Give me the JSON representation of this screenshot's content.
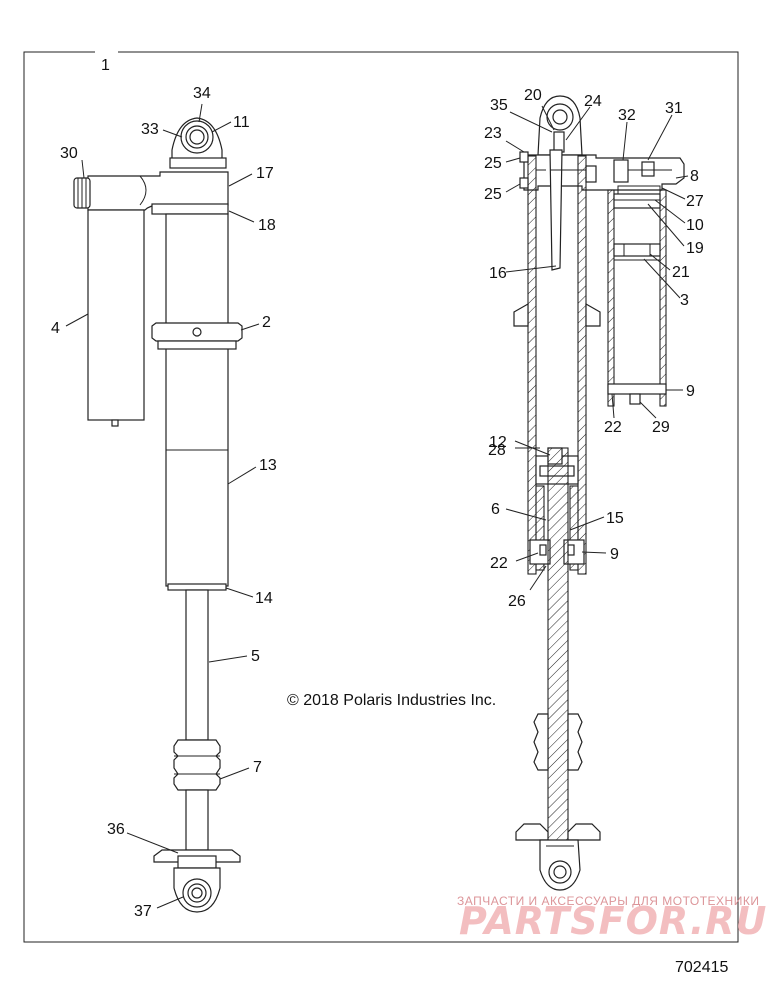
{
  "copyright": "© 2018 Polaris Industries Inc.",
  "figure_number": "702415",
  "watermark": {
    "tagline": "ЗАПЧАСТИ И АКСЕССУАРЫ ДЛЯ МОТОТЕХНИКИ",
    "brand": "PARTSFOR.RU"
  },
  "colors": {
    "line": "#222222",
    "watermark": "#f2b7ba"
  },
  "callouts": {
    "n1": "1",
    "n34": "34",
    "n33": "33",
    "n11": "11",
    "n30": "30",
    "n17": "17",
    "n18": "18",
    "n4": "4",
    "n2": "2",
    "n13": "13",
    "n14": "14",
    "n5": "5",
    "n7": "7",
    "n36": "36",
    "n37": "37",
    "n35": "35",
    "n20": "20",
    "n24": "24",
    "n32": "32",
    "n31": "31",
    "n23": "23",
    "n25a": "25",
    "n25b": "25",
    "n8": "8",
    "n27": "27",
    "n10": "10",
    "n19": "19",
    "n16": "16",
    "n21": "21",
    "n3": "3",
    "n9a": "9",
    "n22a": "22",
    "n29": "29",
    "n12": "12",
    "n28": "28",
    "n6": "6",
    "n15": "15",
    "n22b": "22",
    "n9b": "9",
    "n26": "26"
  }
}
